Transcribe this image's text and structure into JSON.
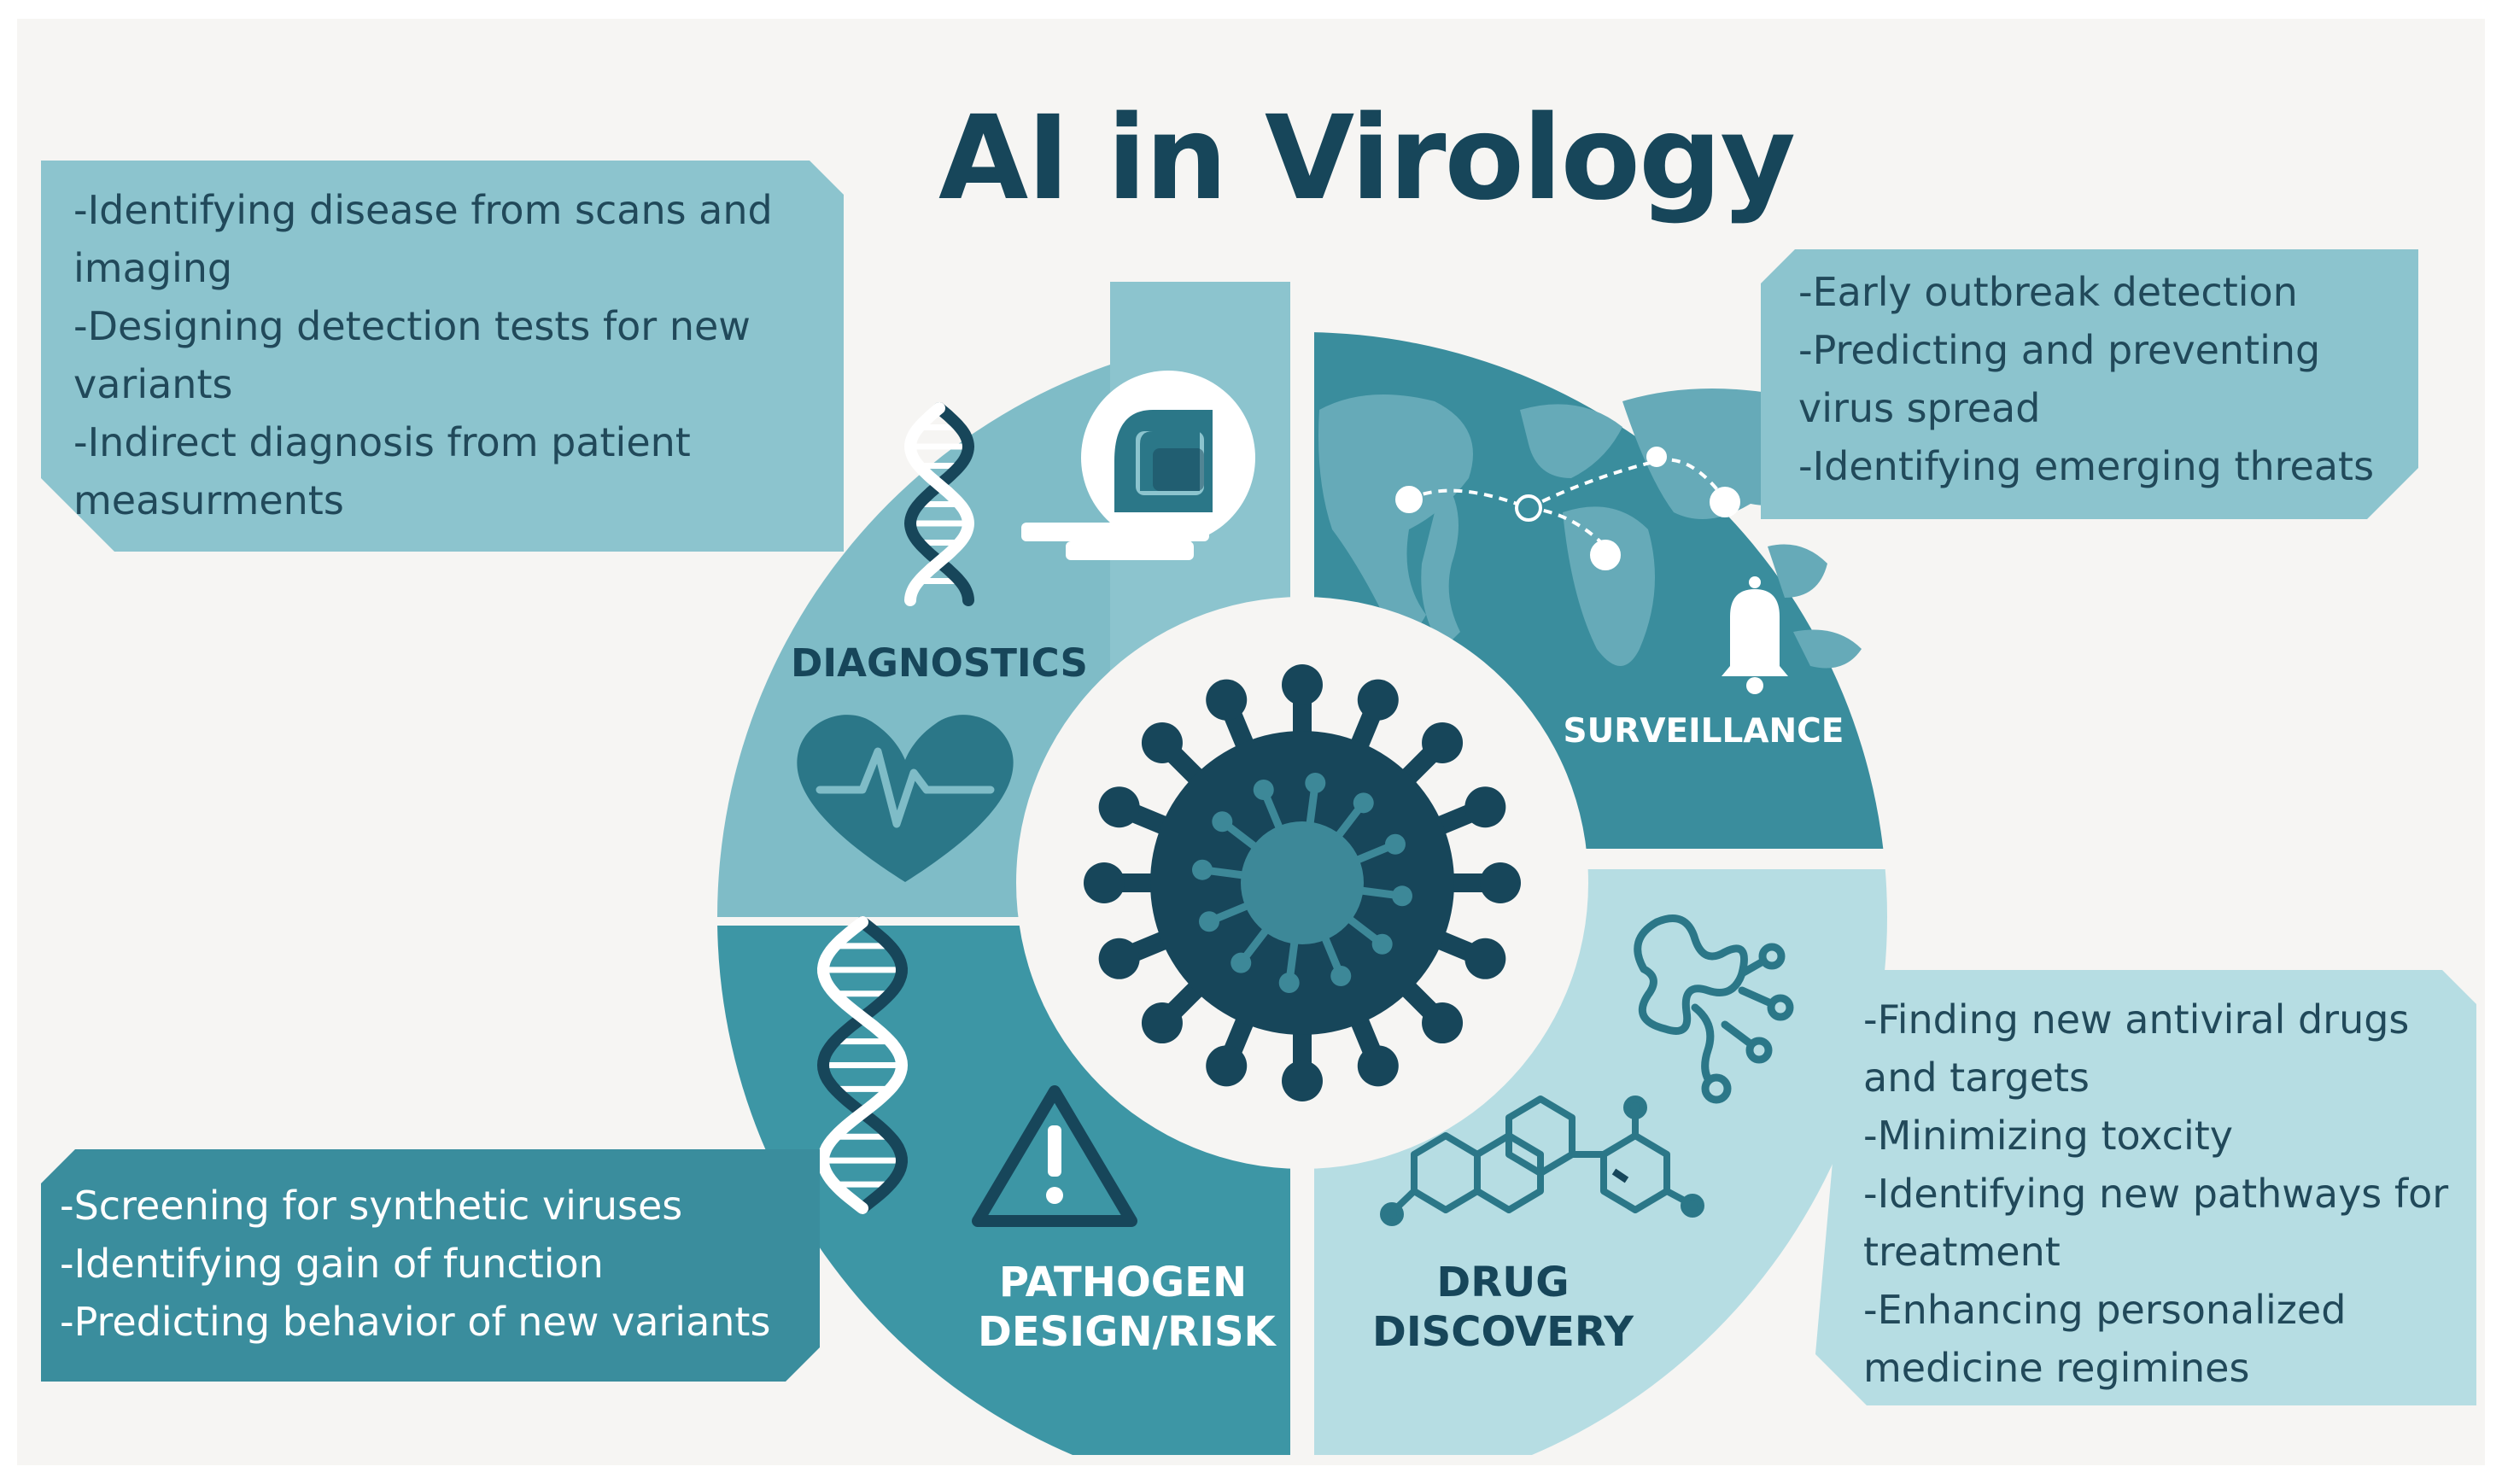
{
  "title": "AI in Virology",
  "colors": {
    "background": "#f6f5f3",
    "title": "#17465a",
    "diagnostics": "#7fbcc7",
    "surveillance": "#3a8d9d",
    "pathogen": "#3d96a5",
    "drug": "#b6dde3",
    "center_ring": "#f6f5f3",
    "virus": "#17465a"
  },
  "quadrants": {
    "diagnostics": {
      "label": "DIAGNOSTICS",
      "items": [
        "-Identifying disease from scans and",
        "imaging",
        "-Designing detection tests for new",
        "variants",
        "-Indirect diagnosis from patient",
        "measurments"
      ],
      "icons": [
        "dna-icon",
        "mri-scanner-icon",
        "heartbeat-icon"
      ]
    },
    "surveillance": {
      "label": "SURVEILLANCE",
      "items": [
        "-Early outbreak detection",
        "-Predicting and preventing",
        "virus spread",
        "-Identifying emerging threats"
      ],
      "icons": [
        "world-map-icon",
        "alert-bell-icon"
      ]
    },
    "pathogen": {
      "label_line1": "PATHOGEN",
      "label_line2": "DESIGN/RISK",
      "items": [
        "-Screening for synthetic viruses",
        "-Identifying gain of function",
        "-Predicting behavior of new variants"
      ],
      "icons": [
        "dna-icon",
        "warning-icon"
      ]
    },
    "drug": {
      "label_line1": "DRUG",
      "label_line2": "DISCOVERY",
      "items": [
        "-Finding new antiviral drugs",
        "and targets",
        "-Minimizing toxcity",
        "-Identifying new pathways for",
        "treatment",
        "-Enhancing personalized",
        "medicine regimines"
      ],
      "icons": [
        "protein-structure-icon",
        "molecule-icon"
      ]
    }
  }
}
